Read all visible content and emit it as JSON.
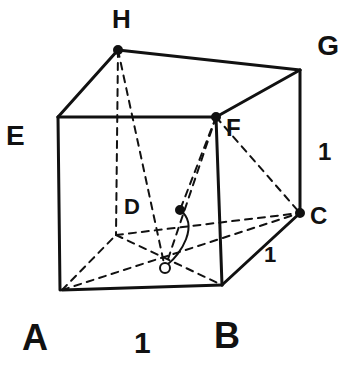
{
  "diagram": {
    "labels": [
      "H",
      "G",
      "E",
      "F",
      "D",
      "C",
      "1",
      "A",
      "1",
      "B",
      "1"
    ]
  }
}
